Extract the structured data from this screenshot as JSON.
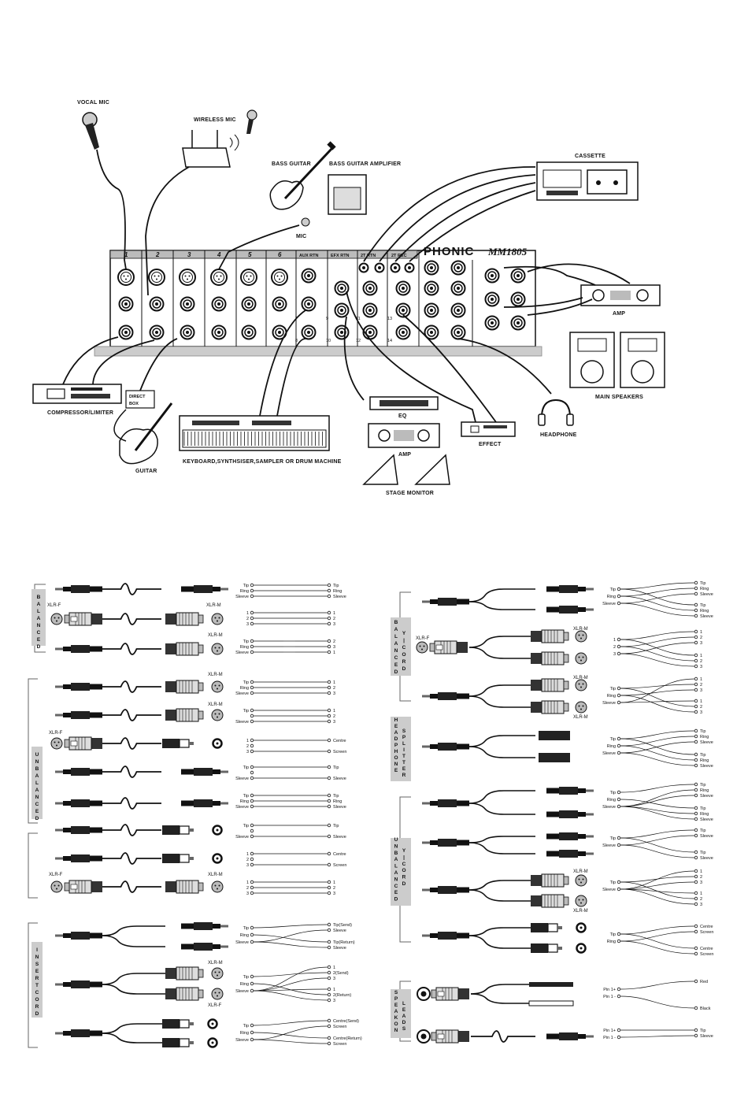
{
  "mixer": {
    "brand": "PHONIC",
    "model": "MM1805",
    "channels": [
      "1",
      "2",
      "3",
      "4",
      "5",
      "6"
    ],
    "sections": [
      "AUX RTN",
      "EFX RTN",
      "2T RTN",
      "2T REC"
    ],
    "stereo_channels": [
      "7",
      "8",
      "9",
      "10",
      "11",
      "12",
      "13",
      "14"
    ]
  },
  "devices": {
    "vocal_mic": "VOCAL MIC",
    "wireless_mic": "WIRELESS MIC",
    "bass_guitar": "BASS GUITAR",
    "bass_amp": "BASS GUITAR AMPLIFIER",
    "mic": "MIC",
    "cassette": "CASSETTE",
    "amp_main": "AMP",
    "main_speakers": "MAIN SPEAKERS",
    "compressor": "COMPRESSOR/LIMITER",
    "direct_box": [
      "DIRECT",
      "BOX"
    ],
    "guitar": "GUITAR",
    "keyboard": "KEYBOARD,SYNTHSISER,SAMPLER OR DRUM MACHINE",
    "eq": "EQ",
    "amp_stage": "AMP",
    "stage_monitor": "STAGE MONITOR",
    "effect": "EFFECT",
    "headphone": "HEADPHONE"
  },
  "cable_groups": {
    "balanced": "BALANCED",
    "unbalanced": "UNBALANCED",
    "insert_cord": "INSERT CORD",
    "balanced_y_cord": "BALANCED Y-CORD",
    "headphone_splitter": "HEADPHONE SPLITTER",
    "unbalanced_y_cord": "UNBALANCED Y-CORD",
    "speakon_leads": "SPEAKON LEADS"
  },
  "connector_labels": {
    "xlr_f": "XLR-F",
    "xlr_m": "XLR-M"
  },
  "wiring_terms": {
    "tip": "Tip",
    "ring": "Ring",
    "sleeve": "Sleeve",
    "centre": "Centre",
    "screen": "Screen",
    "one": "1",
    "two": "2",
    "three": "3",
    "tip_send": "Tip(Send)",
    "tip_return": "Tip(Return)",
    "two_send": "2(Send)",
    "two_return": "2(Return)",
    "centre_send": "Centre(Send)",
    "centre_return": "Centre(Return)",
    "pin1p": "Pin 1+",
    "pin1m": "Pin 1 -",
    "red": "Red",
    "black": "Black"
  }
}
